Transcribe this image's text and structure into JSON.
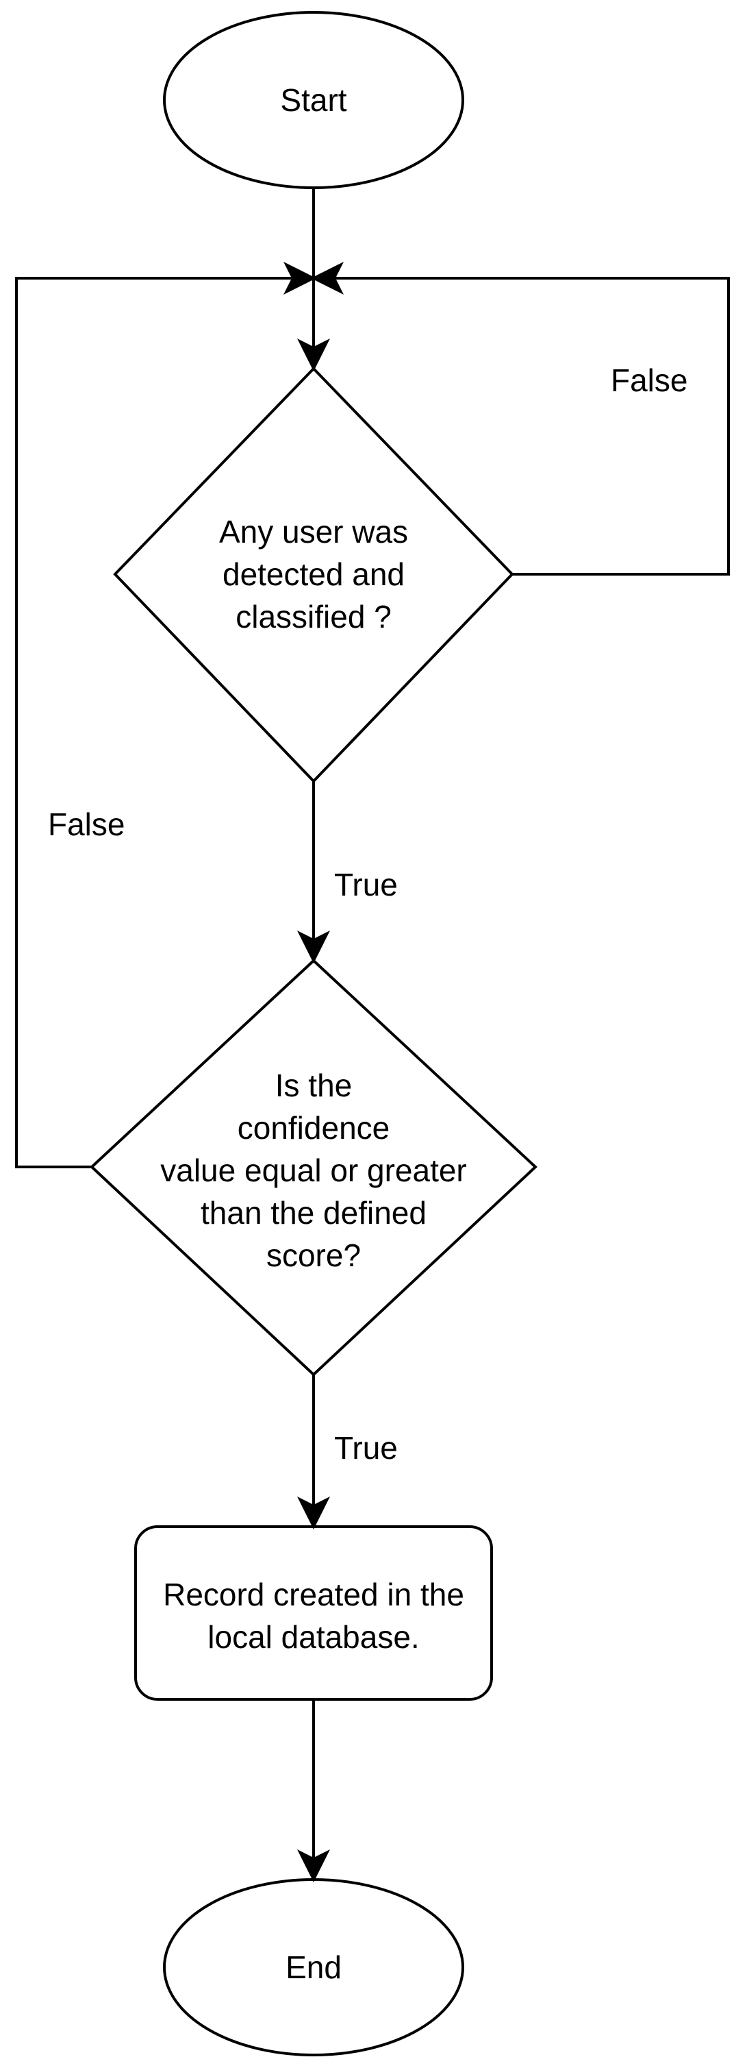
{
  "nodes": {
    "start": {
      "label": "Start"
    },
    "decision_detect": {
      "label": "Any user was\ndetected and\nclassified ?"
    },
    "decision_confidence": {
      "label": "Is the\nconfidence\nvalue equal or greater\nthan the defined\nscore?"
    },
    "record": {
      "label": "Record created in the\nlocal database."
    },
    "end": {
      "label": "End"
    }
  },
  "edges": {
    "detect_false": {
      "label": "False"
    },
    "detect_true": {
      "label": "True"
    },
    "confidence_false": {
      "label": "False"
    },
    "confidence_true": {
      "label": "True"
    }
  }
}
